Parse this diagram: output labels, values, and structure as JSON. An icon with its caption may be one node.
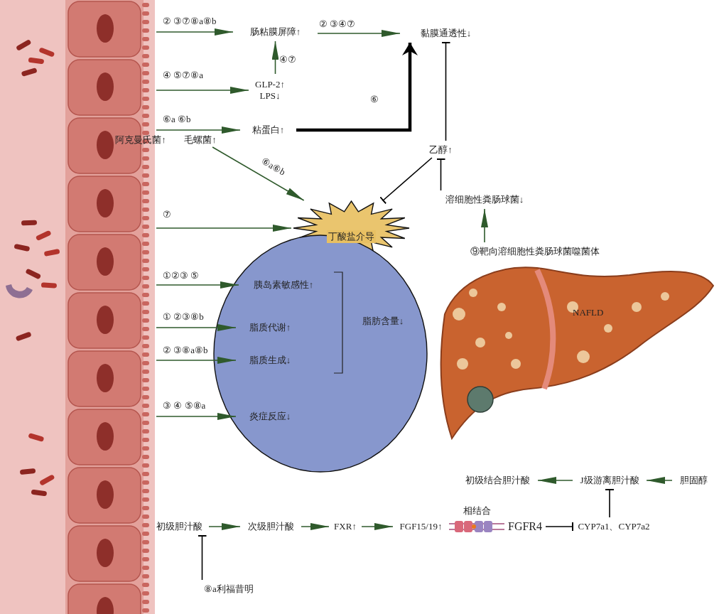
{
  "diagram": {
    "nodes": [
      {
        "text": [],
        "shape": "picture"
      },
      {
        "text": [
          "肠粘膜屏障↑"
        ]
      },
      {
        "text": [
          "黏膜通透性↓"
        ]
      },
      {
        "text": [
          "GLP-2↑",
          "LPS↓"
        ]
      },
      {
        "text": [
          "粘蛋白↑"
        ]
      },
      {
        "text": [
          "阿克曼氏菌↑"
        ]
      },
      {
        "text": [
          "毛螺菌↑"
        ]
      },
      {
        "text": [
          "乙醇↑"
        ]
      },
      {
        "text": [
          "溶细胞性粪肠球菌↓"
        ]
      },
      {
        "text": [
          "丁酸盐介导"
        ]
      },
      {
        "text": [
          "⑨靶向溶细胞性粪肠球菌噬菌体"
        ]
      },
      {
        "text": [],
        "shape": "circle"
      },
      {
        "text": [
          "胰岛素敏感性↑"
        ],
        "in": 11
      },
      {
        "text": [
          "脂质代谢↑"
        ],
        "in": 11
      },
      {
        "text": [
          "脂质生成↓"
        ],
        "in": 11
      },
      {
        "text": [
          "炎症反应↓"
        ],
        "in": 11
      },
      {
        "text": [
          "脂肪含量↓"
        ],
        "in": 11
      },
      {
        "text": [
          "NAFLD"
        ]
      },
      {
        "text": [
          "初级结合胆汁酸"
        ]
      },
      {
        "text": [
          "J级游离胆汁酸"
        ]
      },
      {
        "text": [
          "胆固醇"
        ]
      },
      {
        "text": [
          "初级胆汁酸"
        ]
      },
      {
        "text": [
          "次级胆汁酸"
        ]
      },
      {
        "text": [
          "FXR↑"
        ]
      },
      {
        "text": [
          "FGF15/19↑"
        ]
      },
      {
        "text": [
          "相结合"
        ]
      },
      {
        "text": [
          "FGFR4"
        ]
      },
      {
        "text": [
          "CYP7a1、CYP7a2"
        ]
      },
      {
        "text": [
          "⑧a利福昔明"
        ]
      }
    ],
    "edges": [
      {
        "from": 0,
        "to": 1,
        "arrow": "to",
        "label": "② ③⑦⑧a⑧b"
      },
      {
        "from": 0,
        "to": 3,
        "arrow": "to",
        "label": "④ ⑤⑦⑧a"
      },
      {
        "from": 0,
        "to": 4,
        "arrow": "to",
        "label": "⑥a ⑥b"
      },
      {
        "from": 3,
        "to": 1,
        "arrow": "to",
        "label": "④⑦"
      },
      {
        "from": 1,
        "to": 2,
        "arrow": "to",
        "label": "② ③④⑦"
      },
      {
        "from": 4,
        "to": 2,
        "arrow": "to",
        "label": "⑥",
        "style": "thick",
        "color": "#000000"
      },
      {
        "from": 6,
        "to": 9,
        "arrow": "to",
        "label": "⑥a⑥b"
      },
      {
        "from": 0,
        "to": 9,
        "arrow": "to",
        "label": "⑦"
      },
      {
        "from": 7,
        "to": 9,
        "arrow": "other",
        "color": "#000000"
      },
      {
        "from": 7,
        "to": 2,
        "arrow": "other",
        "color": "#000000"
      },
      {
        "from": 8,
        "to": 7,
        "arrow": "other",
        "color": "#000000"
      },
      {
        "from": 10,
        "to": 8,
        "arrow": "to"
      },
      {
        "from": 0,
        "to": 12,
        "arrow": "to",
        "label": "①②③ ⑤"
      },
      {
        "from": 0,
        "to": 13,
        "arrow": "to",
        "label": "① ②③⑧b"
      },
      {
        "from": 0,
        "to": 14,
        "arrow": "to",
        "label": "② ③⑧a⑧b"
      },
      {
        "from": 0,
        "to": 15,
        "arrow": "to",
        "label": "③ ④ ⑤⑧a"
      },
      {
        "from": 21,
        "to": 22,
        "arrow": "to"
      },
      {
        "from": 22,
        "to": 23,
        "arrow": "to"
      },
      {
        "from": 23,
        "to": 24,
        "arrow": "to"
      },
      {
        "from": 26,
        "to": 27,
        "arrow": "other",
        "color": "#000000"
      },
      {
        "from": 27,
        "to": 19,
        "arrow": "other",
        "color": "#000000"
      },
      {
        "from": 20,
        "to": 19,
        "arrow": "to"
      },
      {
        "from": 19,
        "to": 18,
        "arrow": "to"
      },
      {
        "from": 28,
        "to": 21,
        "arrow": "other",
        "color": "#000000"
      }
    ]
  }
}
